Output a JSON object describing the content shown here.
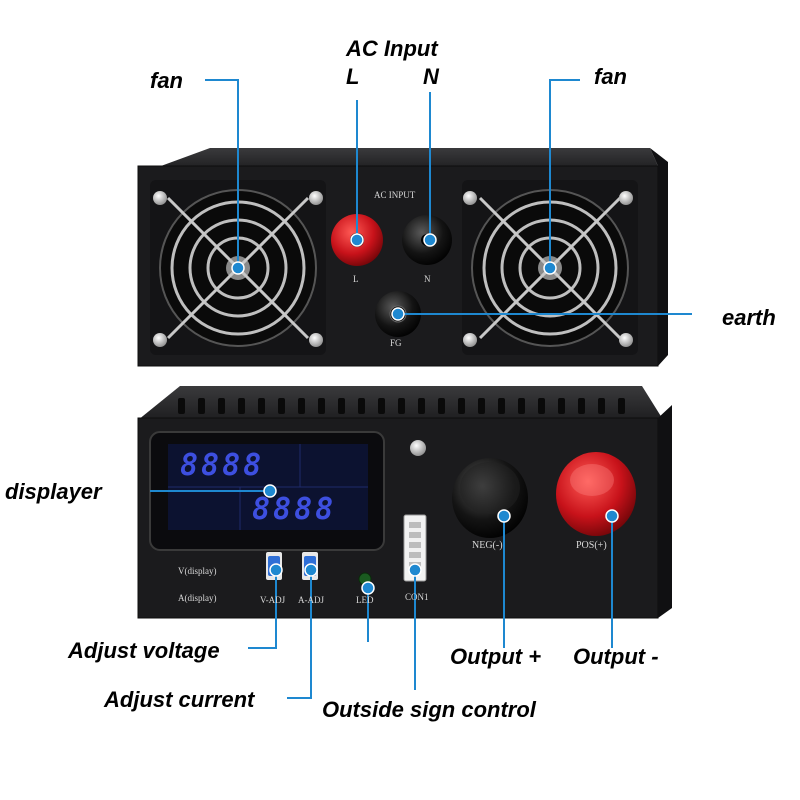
{
  "callouts": {
    "ac_input": "AC Input",
    "l": "L",
    "n": "N",
    "fan_left": "fan",
    "fan_right": "fan",
    "earth": "earth",
    "displayer": "displayer",
    "adjust_voltage": "Adjust voltage",
    "adjust_current": "Adjust current",
    "outside_sign_control": "Outside sign control",
    "output_plus": "Output +",
    "output_minus": "Output -"
  },
  "panel_text": {
    "ac_input": "AC INPUT",
    "l": "L",
    "n": "N",
    "fg": "FG",
    "v_display": "V(display)",
    "a_display": "A(display)",
    "v_adj": "V-ADJ",
    "a_adj": "A-ADJ",
    "led": "LED",
    "con1": "CON1",
    "neg": "NEG(-)",
    "pos": "POS(+)"
  },
  "display": {
    "top": "8888",
    "bottom": "8888"
  },
  "colors": {
    "leader_line": "#1e88d0",
    "chassis": "#1b1b1d",
    "display_text": "#3d4fe0",
    "red_terminal": "#c8121a"
  }
}
